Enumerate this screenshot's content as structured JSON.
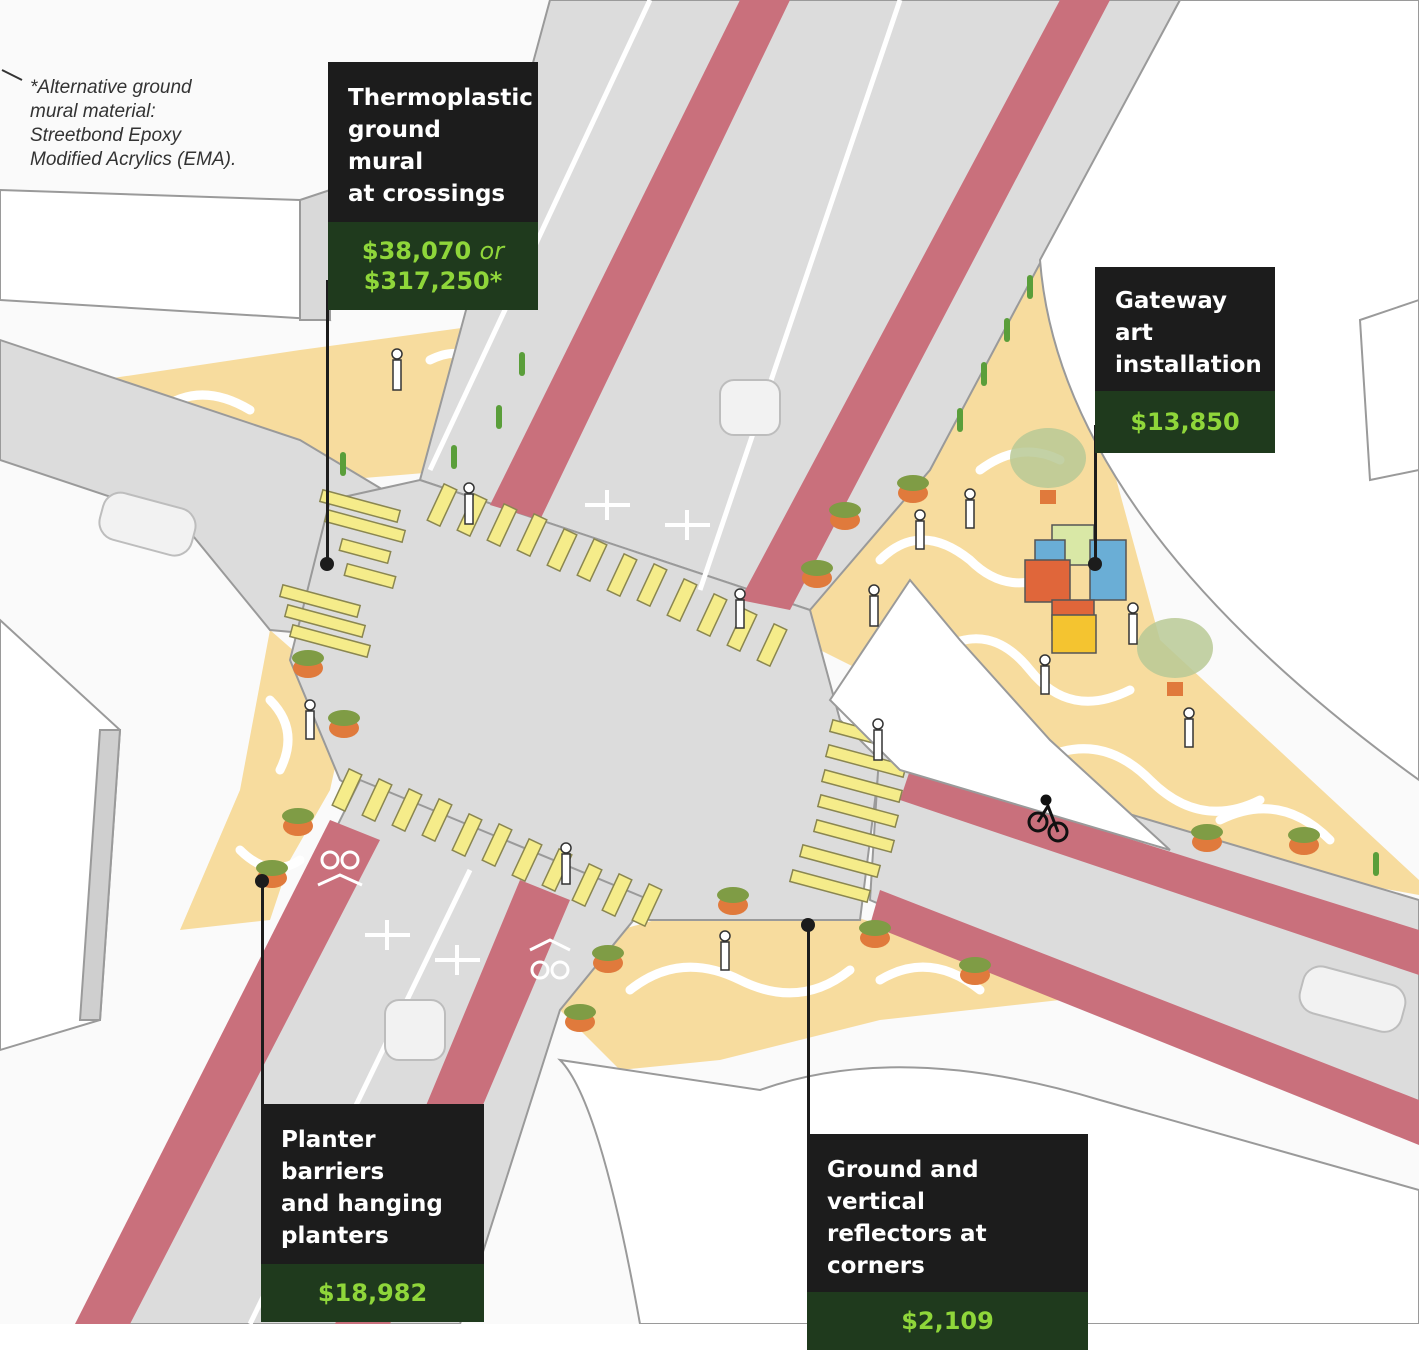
{
  "note": {
    "lines": [
      "*Alternative ground",
      "mural material:",
      "Streetbond Epoxy",
      "Modified Acrylics (EMA)."
    ]
  },
  "callouts": {
    "mural": {
      "title_lines": [
        "Thermoplastic",
        "ground mural",
        "at crossings"
      ],
      "cost_main": "$38,070",
      "cost_or": "or",
      "cost_alt": "$317,250*"
    },
    "gateway": {
      "title_lines": [
        "Gateway art",
        "installation"
      ],
      "cost": "$13,850"
    },
    "planter": {
      "title_lines": [
        "Planter barriers",
        "and hanging",
        "planters"
      ],
      "cost": "$18,982"
    },
    "reflector": {
      "title_lines": [
        "Ground and vertical",
        "reflectors at corners"
      ],
      "cost": "$2,109"
    }
  },
  "colors": {
    "bike_lane": "#c9707c",
    "plaza": "#f7dc9e",
    "road": "#dcdcdc",
    "sidewalk": "#f4f4f4",
    "crosswalk": "#f5ec8a",
    "callout_dark": "#1c1c1c",
    "callout_green": "#1f3a1d",
    "cost_text": "#8fd63a"
  },
  "icons": [
    "bike-lane-marking-icon",
    "turn-arrow-icon",
    "cyclist-icon",
    "pedestrian-icon",
    "planter-icon",
    "tree-icon",
    "cube-sculpture-icon",
    "car-icon",
    "bollard-icon"
  ]
}
